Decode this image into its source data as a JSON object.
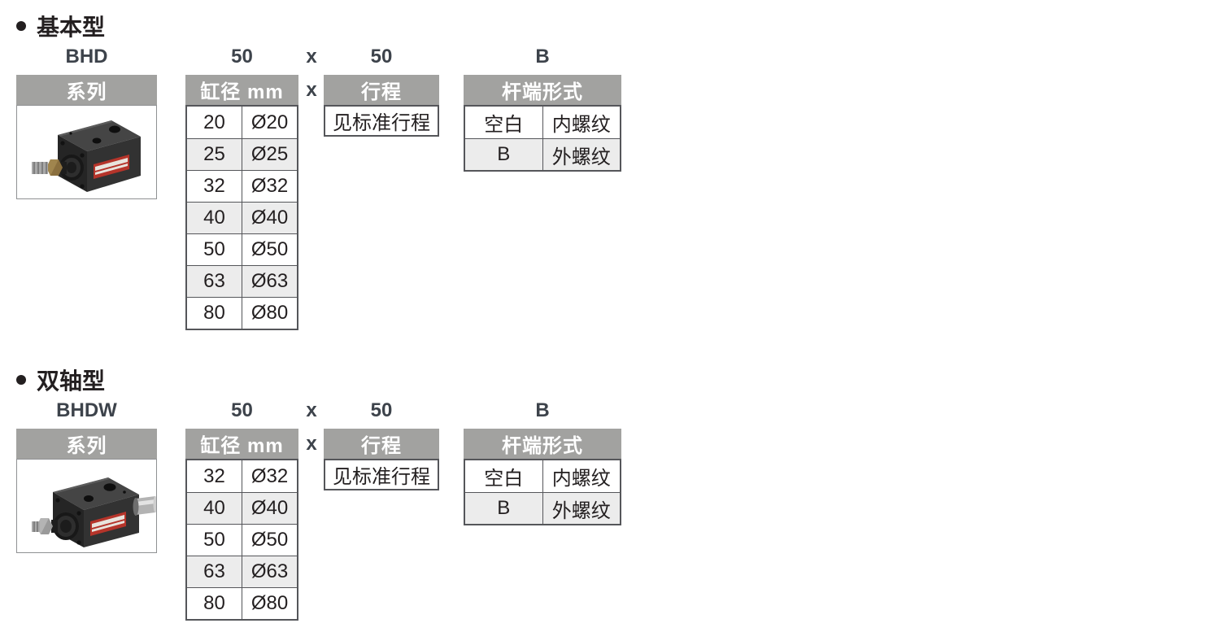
{
  "colors": {
    "header_bg": "#a2a2a0",
    "table_border": "#55565a",
    "row_alt_bg": "#ececec",
    "text_dark": "#231f20",
    "code_text": "#3d434b",
    "label_red": "#b5342a"
  },
  "sections": [
    {
      "title": "基本型",
      "code": {
        "series": "BHD",
        "bore": "50",
        "sep": "x",
        "stroke": "50",
        "rod_end": "B"
      },
      "series_table": {
        "header": "系列",
        "photo": "bhd-compact-hydraulic-cylinder"
      },
      "bore_table": {
        "header": "缸径 mm",
        "rows": [
          [
            "20",
            "Ø20"
          ],
          [
            "25",
            "Ø25"
          ],
          [
            "32",
            "Ø32"
          ],
          [
            "40",
            "Ø40"
          ],
          [
            "50",
            "Ø50"
          ],
          [
            "63",
            "Ø63"
          ],
          [
            "80",
            "Ø80"
          ]
        ]
      },
      "stroke_table": {
        "header": "行程",
        "value": "见标准行程"
      },
      "rod_end_table": {
        "header": "杆端形式",
        "rows": [
          [
            "空白",
            "内螺纹"
          ],
          [
            "B",
            "外螺纹"
          ]
        ]
      }
    },
    {
      "title": "双轴型",
      "code": {
        "series": "BHDW",
        "bore": "50",
        "sep": "x",
        "stroke": "50",
        "rod_end": "B"
      },
      "series_table": {
        "header": "系列",
        "photo": "bhdw-double-shaft-hydraulic-cylinder"
      },
      "bore_table": {
        "header": "缸径 mm",
        "rows": [
          [
            "32",
            "Ø32"
          ],
          [
            "40",
            "Ø40"
          ],
          [
            "50",
            "Ø50"
          ],
          [
            "63",
            "Ø63"
          ],
          [
            "80",
            "Ø80"
          ]
        ]
      },
      "stroke_table": {
        "header": "行程",
        "value": "见标准行程"
      },
      "rod_end_table": {
        "header": "杆端形式",
        "rows": [
          [
            "空白",
            "内螺纹"
          ],
          [
            "B",
            "外螺纹"
          ]
        ]
      }
    }
  ]
}
